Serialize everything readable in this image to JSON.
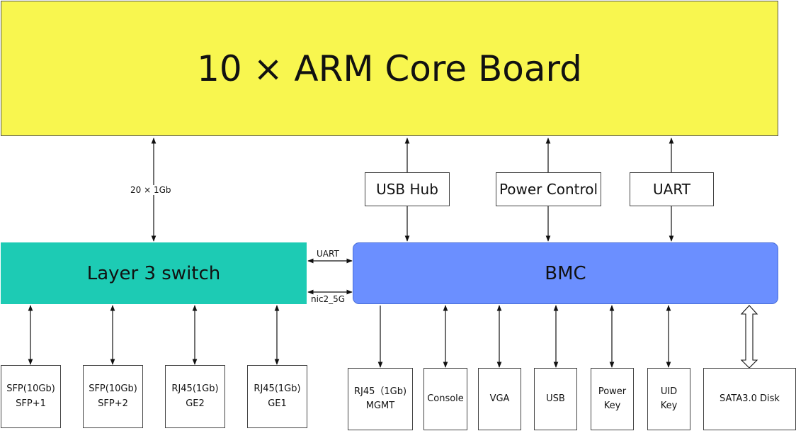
{
  "core_board": {
    "label": "10 × ARM Core Board"
  },
  "switch": {
    "label": "Layer 3 switch"
  },
  "bmc": {
    "label": "BMC"
  },
  "middle_boxes": {
    "usb_hub": "USB Hub",
    "power_control": "Power Control",
    "uart": "UART"
  },
  "links": {
    "switch_to_core": "20 × 1Gb",
    "switch_bmc_uart": "UART",
    "switch_bmc_nic": "nic2_5G"
  },
  "switch_ports": [
    {
      "line1": "SFP(10Gb)",
      "line2": "SFP+1"
    },
    {
      "line1": "SFP(10Gb)",
      "line2": "SFP+2"
    },
    {
      "line1": "RJ45(1Gb)",
      "line2": "GE2"
    },
    {
      "line1": "RJ45(1Gb)",
      "line2": "GE1"
    }
  ],
  "bmc_ports": {
    "mgmt": {
      "line1": "RJ45（1Gb)",
      "line2": "MGMT"
    },
    "console": "Console",
    "vga": "VGA",
    "usb": "USB",
    "power_key": {
      "line1": "Power",
      "line2": "Key"
    },
    "uid_key": {
      "line1": "UID",
      "line2": "Key"
    },
    "disk": "SATA3.0 Disk"
  }
}
